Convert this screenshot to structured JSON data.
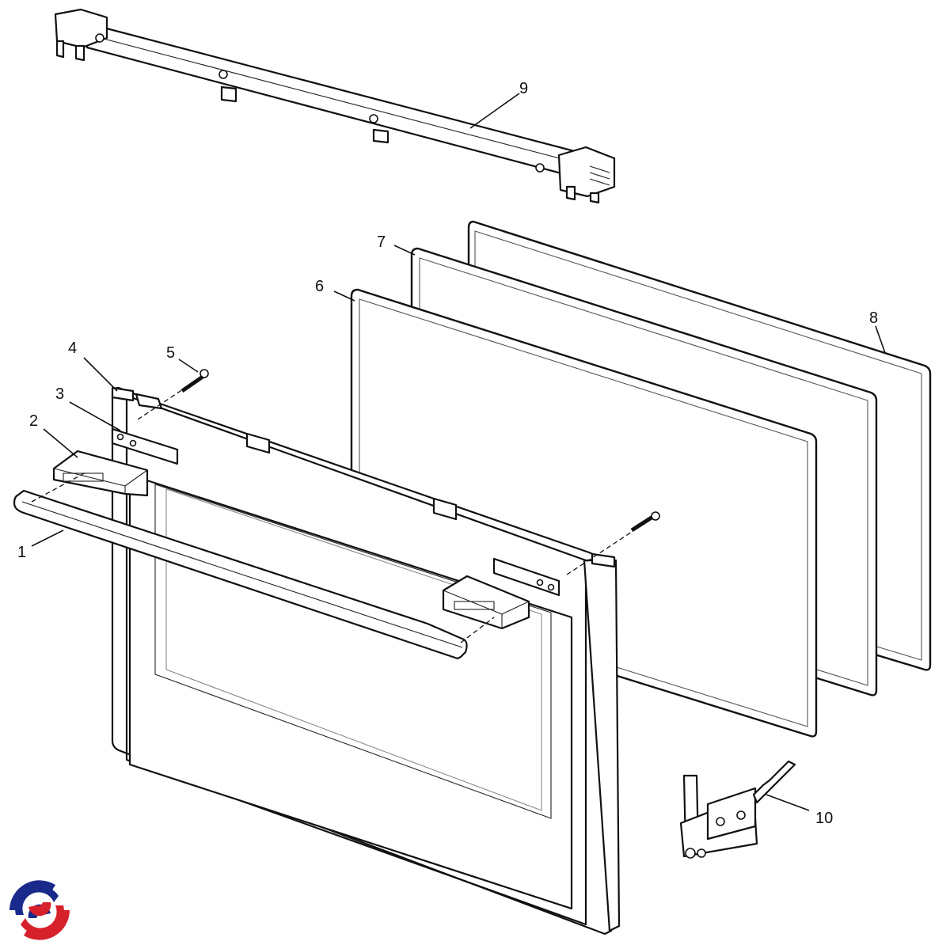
{
  "callouts": {
    "n1": "1",
    "n2": "2",
    "n3": "3",
    "n4": "4",
    "n5": "5",
    "n6": "6",
    "n7": "7",
    "n8": "8",
    "n9": "9",
    "n10": "10"
  },
  "logo": {
    "colors": {
      "blue": "#1a2a8c",
      "red": "#d6202a"
    }
  }
}
